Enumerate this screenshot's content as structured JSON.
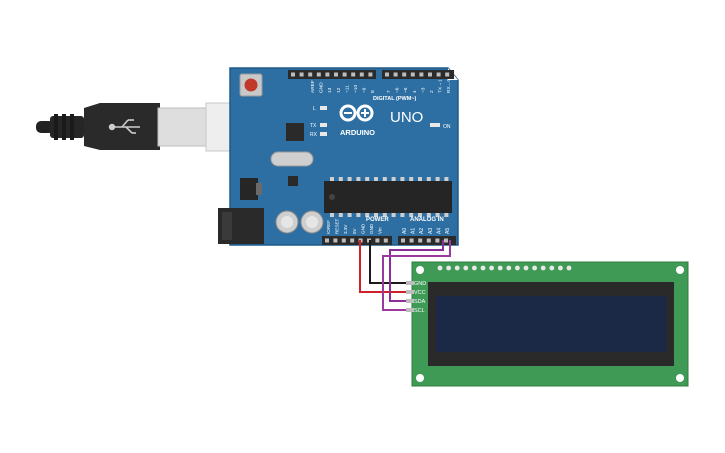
{
  "board": {
    "brand": "ARDUINO",
    "model": "UNO",
    "digital_header_label": "DIGITAL (PWM~)",
    "digital_pins": [
      "AREF",
      "GND",
      "13",
      "12",
      "~11",
      "~10",
      "~9",
      "8",
      "7",
      "~6",
      "~5",
      "4",
      "~3",
      "2",
      "TX→1",
      "RX←0"
    ],
    "led_labels": {
      "l": "L",
      "tx": "TX",
      "rx": "RX",
      "on": "ON"
    },
    "power_header_label": "POWER",
    "power_pins": [
      "IOREF",
      "RESET",
      "3.3V",
      "5V",
      "GND",
      "GND",
      "Vin"
    ],
    "analog_header_label": "ANALOG IN",
    "analog_pins": [
      "A0",
      "A1",
      "A2",
      "A3",
      "A4",
      "A5"
    ]
  },
  "lcd": {
    "pins": [
      "GND",
      "VCC",
      "SDA",
      "SCL"
    ]
  },
  "colors": {
    "board": "#2d6fa3",
    "board_edge": "#1f5a88",
    "header": "#2b2b2b",
    "lcd_pcb": "#3f9a55",
    "lcd_bezel": "#2a2a2a",
    "lcd_screen": "#1c2946",
    "wire_5v": "#d0202a",
    "wire_gnd": "#1a1a1a",
    "wire_sda": "#8a2f9a",
    "wire_scl": "#9b3a9e",
    "usb_cable": "#222222"
  }
}
